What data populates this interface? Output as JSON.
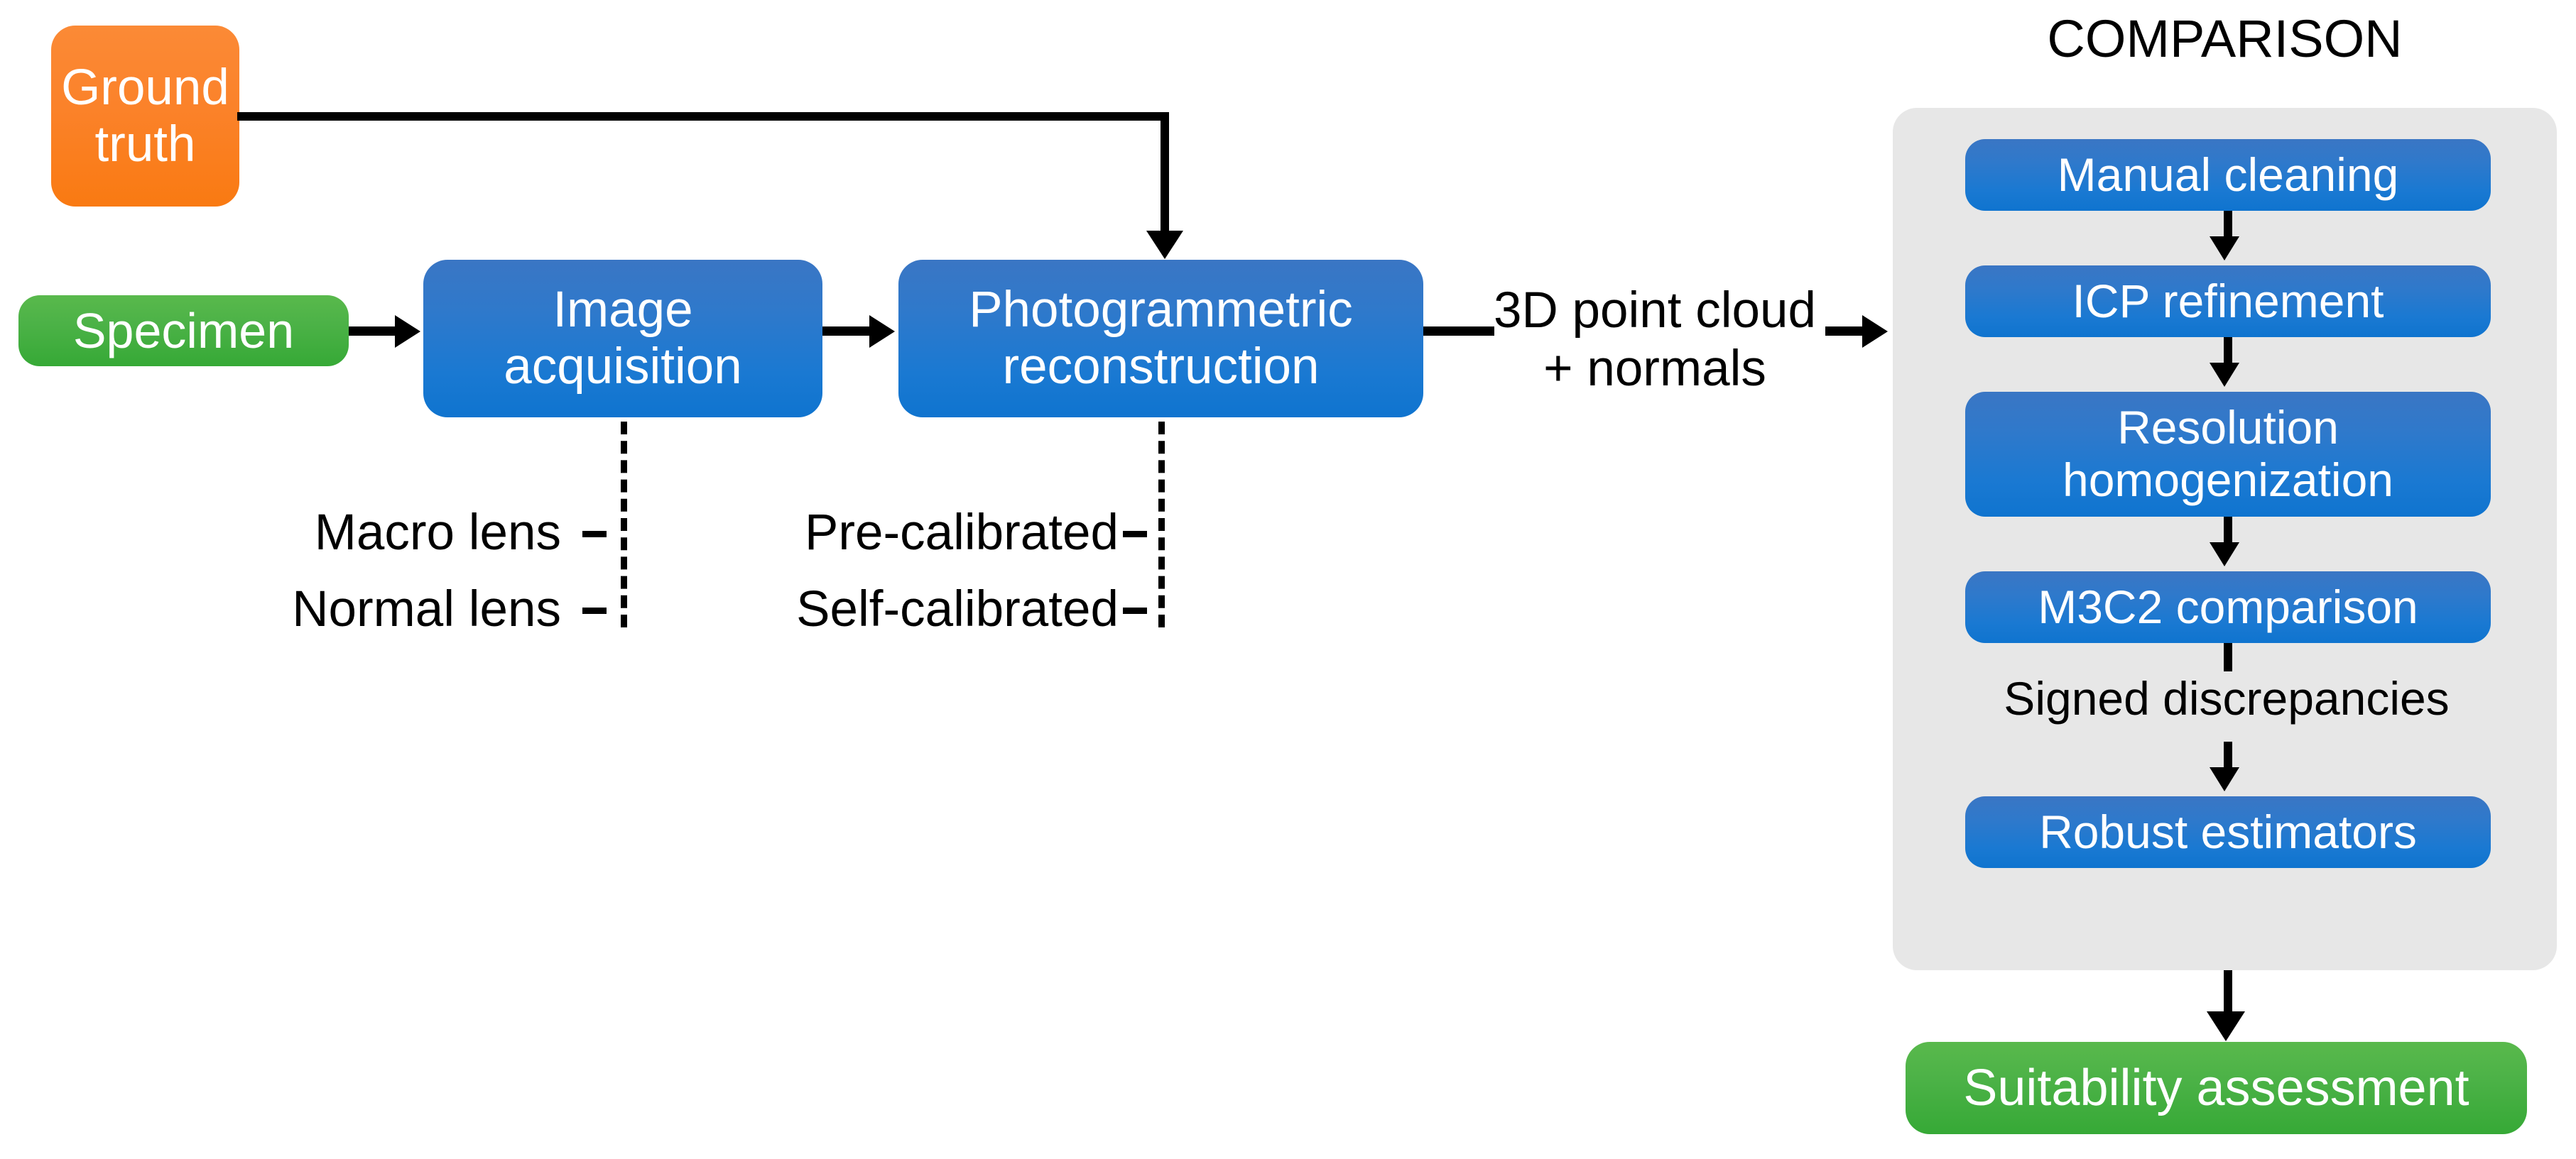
{
  "diagram": {
    "title": "Photogrammetric reconstruction and comparison workflow",
    "colors": {
      "blue": "#1a79d2",
      "green": "#4cb247",
      "orange": "#fb822a",
      "panel_gray": "#e7e7e7",
      "connector": "#000000",
      "node_text": "#ffffff",
      "label_text": "#000000"
    }
  },
  "pipeline": {
    "ground_truth": "Ground\ntruth",
    "specimen": "Specimen",
    "image_acquisition": "Image\nacquisition",
    "photogrammetric_reconstruction": "Photogrammetric\nreconstruction",
    "point_cloud_label": "3D point cloud\n+ normals"
  },
  "annotations": {
    "acquisition": [
      "Macro lens",
      "Normal lens"
    ],
    "reconstruction": [
      "Pre-calibrated",
      "Self-calibrated"
    ]
  },
  "comparison": {
    "title": "COMPARISON",
    "steps": [
      {
        "label": "Manual cleaning"
      },
      {
        "label": "ICP refinement"
      },
      {
        "label": "Resolution\nhomogenization"
      },
      {
        "label": "M3C2 comparison"
      },
      {
        "label": "Robust estimators"
      }
    ],
    "intermediate_label": "Signed discrepancies",
    "output": "Suitability assessment"
  }
}
